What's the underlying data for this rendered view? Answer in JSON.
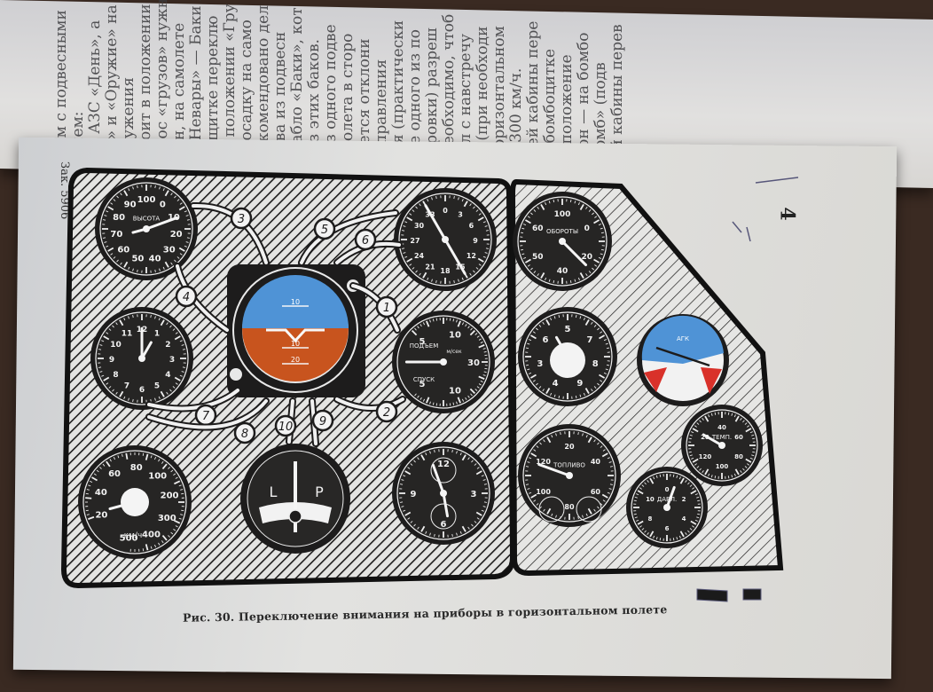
{
  "page": {
    "number": "4",
    "side_label": "Зак. 5906",
    "caption": "Рис. 30. Переключение внимания на приборы в горизонтальном полете"
  },
  "upper_page_lines": [
    "ам с подвесными",
    "ием:",
    "е АЗС «День», а",
    "ь» и «Оружие» на",
    "ружения",
    "тоит в положении",
    "пос «грузов» нужно",
    "ен, на самолете",
    "«Невары» — Баки в",
    "ощитке переклю",
    "в положении «Гру",
    "посадку на само",
    "екомендовано дел",
    "ива из подвесн",
    "табло «Баки», кот",
    "из этих баков.",
    "из одного подве",
    "молета в сторо",
    "ается отклони",
    "управления",
    "ия (практически",
    "ре одного из по",
    "ировки) разреш",
    "необходимо, чтоб",
    "ыл с навстречу",
    "и (при необходи",
    "горизонтальном",
    "е 300 км/ч.",
    "ней кабины пере",
    "а бомбоцитке",
    "в положение",
    "рон — на бомбо",
    "бомб» (подв",
    "ей кабины перев"
  ],
  "sequence_numbers": [
    "1",
    "2",
    "3",
    "4",
    "5",
    "6",
    "7",
    "8",
    "9",
    "10"
  ],
  "instruments": {
    "altimeter": {
      "scale": [
        "100",
        "0",
        "10",
        "20",
        "30",
        "40",
        "50",
        "60",
        "70",
        "80",
        "90"
      ],
      "label": "ВЫСОТА"
    },
    "clock": {
      "scale": [
        "12",
        "1",
        "2",
        "3",
        "4",
        "5",
        "6",
        "7",
        "8",
        "9",
        "10",
        "11"
      ]
    },
    "attitude": {
      "pitch_labels": [
        "10",
        "10",
        "20"
      ]
    },
    "compass": {
      "scale": [
        "0",
        "3",
        "6",
        "9",
        "12",
        "15",
        "18",
        "21",
        "24",
        "27",
        "30",
        "33"
      ]
    },
    "vsi": {
      "label_up": "ПОДЪЕМ",
      "label_down": "СПУСК",
      "label_unit": "м/сек",
      "scale": [
        "5",
        "10",
        "30",
        "10",
        "5"
      ]
    },
    "airspeed": {
      "scale": [
        "20",
        "40",
        "60",
        "80",
        "100",
        "200",
        "300",
        "400",
        "500"
      ],
      "unit": "км/ч"
    },
    "turn": {
      "left": "L",
      "right": "P"
    },
    "chrono": {
      "scale": [
        "12",
        "3",
        "6",
        "9"
      ]
    },
    "right_speed": {
      "scale": [
        "100",
        "0",
        "20",
        "40",
        "50",
        "60"
      ],
      "label": "ОБОРОТЫ"
    },
    "right_small": {
      "scale": [
        "5",
        "7",
        "8",
        "9",
        "4",
        "3",
        "6"
      ]
    },
    "ai_right": {
      "label": "АГК"
    },
    "fuel": {
      "scale": [
        "20",
        "40",
        "60",
        "80",
        "100",
        "120"
      ],
      "label": "ТОПЛИВО"
    },
    "temp": {
      "scale": [
        "40",
        "60",
        "80",
        "100",
        "120",
        "20"
      ],
      "label": "ТЕМП."
    },
    "pressure": {
      "scale": [
        "0",
        "2",
        "4",
        "6",
        "8",
        "10"
      ],
      "label": "ДАВЛ."
    }
  },
  "colors": {
    "sky": "#4f93d6",
    "ground": "#c8541e",
    "red": "#d9312a",
    "ink": "#1d1c1c"
  }
}
